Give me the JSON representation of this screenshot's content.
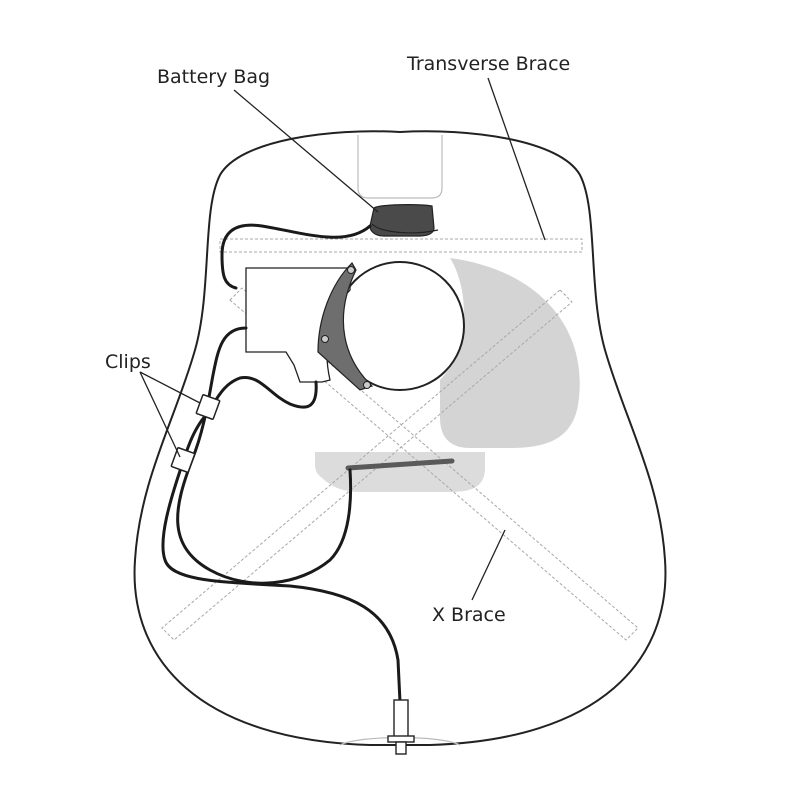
{
  "labels": {
    "battery_bag": "Battery Bag",
    "transverse_brace": "Transverse Brace",
    "clips": "Clips",
    "x_brace": "X Brace"
  },
  "colors": {
    "outline": "#222222",
    "cable": "#1a1a1a",
    "brace_dashed": "#a8a8a8",
    "bridge_plate": "#dcdcdc",
    "pickguard_shade": "#d4d4d4",
    "bracket_fill": "#6e6e6e",
    "battery_bag_fill": "#4a4a4a",
    "saddle_pickup": "#5a5a5a"
  }
}
